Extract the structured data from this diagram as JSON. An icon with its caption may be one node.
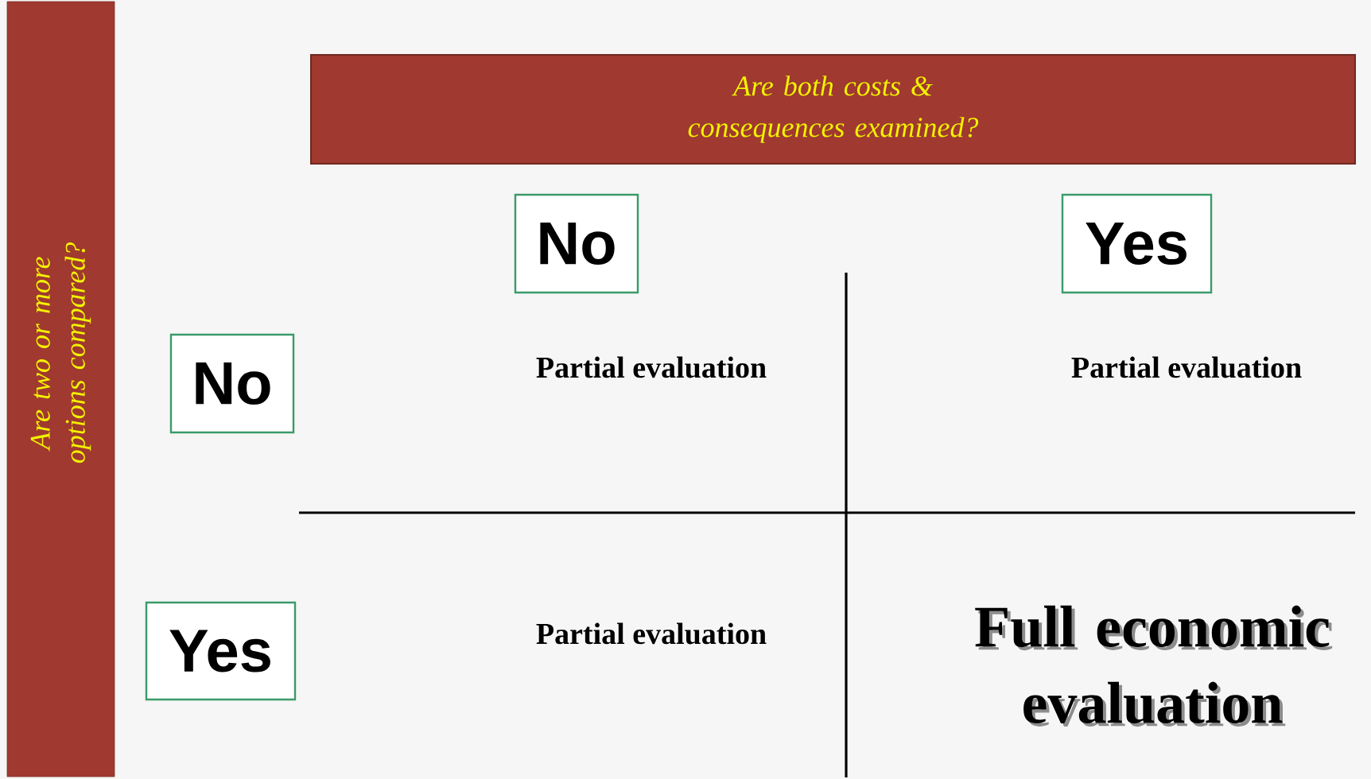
{
  "diagram": {
    "nodes": [
      {
        "text": [
          "Are two or more options compared?"
        ]
      },
      {
        "text": [
          "Are both costs & consequences examined?"
        ]
      },
      {
        "text": [
          "No"
        ]
      },
      {
        "text": [
          "Yes"
        ]
      },
      {
        "text": [
          "No"
        ]
      },
      {
        "text": [
          "Yes"
        ]
      }
    ],
    "labels": [
      "Partial evaluation",
      "Partial evaluation",
      "Partial evaluation",
      "Full economic evaluation"
    ]
  }
}
